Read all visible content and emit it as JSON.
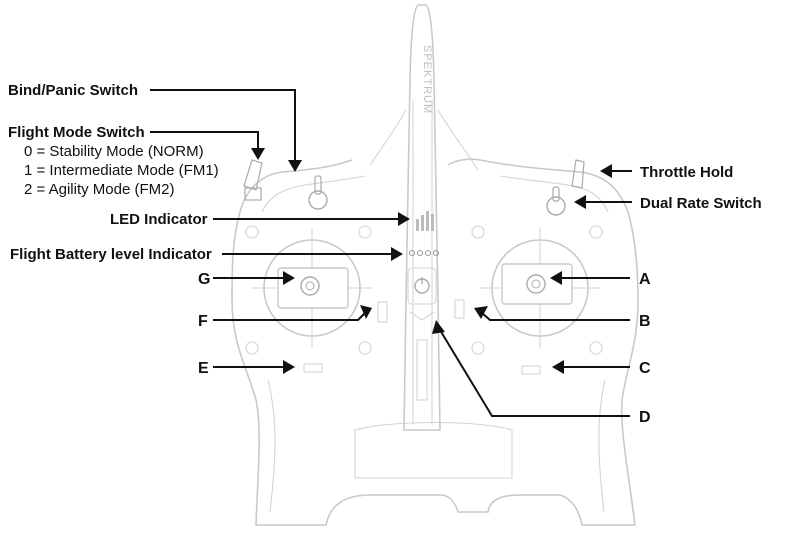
{
  "labels": {
    "bind_panic": "Bind/Panic Switch",
    "flight_mode": "Flight Mode Switch",
    "mode_0": "0 = Stability Mode (NORM)",
    "mode_1": "1 = Intermediate Mode (FM1)",
    "mode_2": "2 = Agility Mode (FM2)",
    "led": "LED Indicator",
    "battery": "Flight Battery level Indicator",
    "throttle_hold": "Throttle Hold",
    "dual_rate": "Dual Rate Switch"
  },
  "callouts": {
    "a": "A",
    "b": "B",
    "c": "C",
    "d": "D",
    "e": "E",
    "f": "F",
    "g": "G"
  },
  "brand": "SPEKTRUM",
  "colors": {
    "outline": "#c9c9c9",
    "leader": "#111111"
  }
}
